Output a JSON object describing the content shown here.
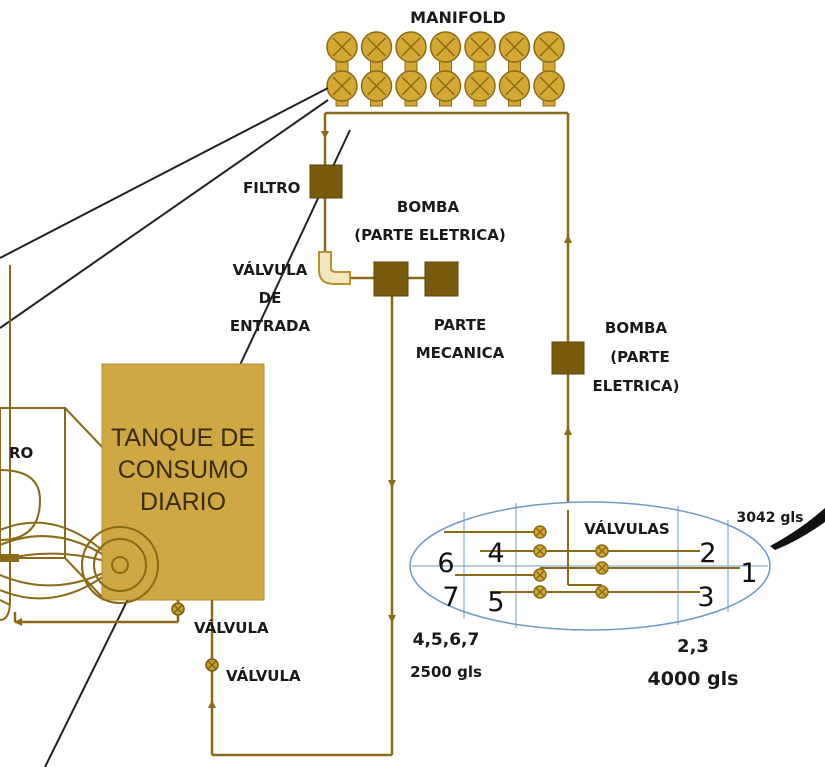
{
  "labels": {
    "manifold": "MANIFOLD",
    "filtro": "FILTRO",
    "bomba_top_1": "BOMBA",
    "bomba_top_2": "(PARTE ELETRICA)",
    "valvula_entrada_1": "VÁLVULA",
    "valvula_entrada_2": "DE",
    "valvula_entrada_3": "ENTRADA",
    "parte_mecanica_1": "PARTE",
    "parte_mecanica_2": "MECANICA",
    "bomba_right_1": "BOMBA",
    "bomba_right_2": "(PARTE",
    "bomba_right_3": "ELETRICA)",
    "tanque_1": "TANQUE DE",
    "tanque_2": "CONSUMO",
    "tanque_3": "DIARIO",
    "left_partial": "RO",
    "valvula_1": "VÁLVULA",
    "valvula_2": "VÁLVULA",
    "valvulas": "VÁLVULAS",
    "capacity_right": "3042 gls",
    "group_left_ids": "4,5,6,7",
    "group_left_cap": "2500 gls",
    "group_right_ids": "2,3",
    "group_right_cap": "4000 gls"
  },
  "tank_numbers": {
    "n6": "6",
    "n4": "4",
    "n7": "7",
    "n5": "5",
    "n2": "2",
    "n1": "1",
    "n3": "3"
  },
  "colors": {
    "pipe": "#8a6a16",
    "pump_box": "#7a5a0c",
    "manifold_valve": "#d4a832",
    "tank_fill": "#cfa843",
    "ellipse_stroke": "#6d9bc8"
  }
}
